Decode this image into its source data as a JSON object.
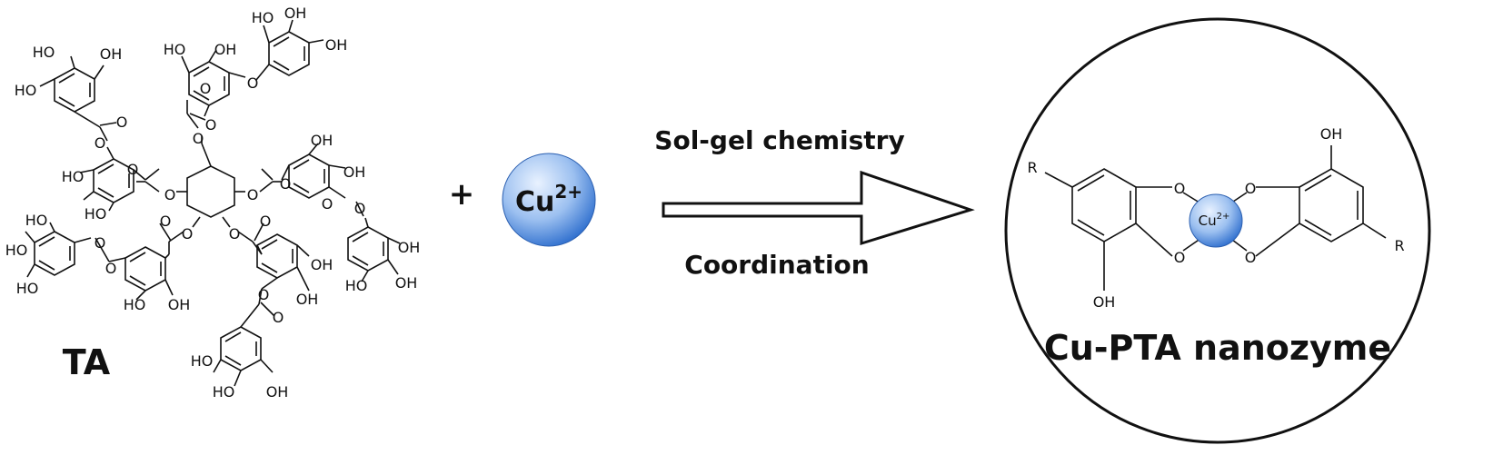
{
  "reactant": {
    "label": "TA"
  },
  "plus_sign": "+",
  "metal_ion": {
    "symbol": "Cu",
    "charge": "2+"
  },
  "arrow": {
    "label_top": "Sol-gel chemistry",
    "label_bottom": "Coordination"
  },
  "product": {
    "label": "Cu-PTA nanozyme",
    "center_symbol": "Cu",
    "center_charge": "2+",
    "substituent_r": "R",
    "atom_oxygen": "O",
    "hydroxyl": "OH"
  },
  "atoms": {
    "hydroxyl": "OH",
    "hydroxyl_left": "HO",
    "oxygen": "O"
  },
  "colors": {
    "ion_light": "#a9c9f2",
    "ion_dark": "#2f6fce",
    "line": "#111111"
  }
}
